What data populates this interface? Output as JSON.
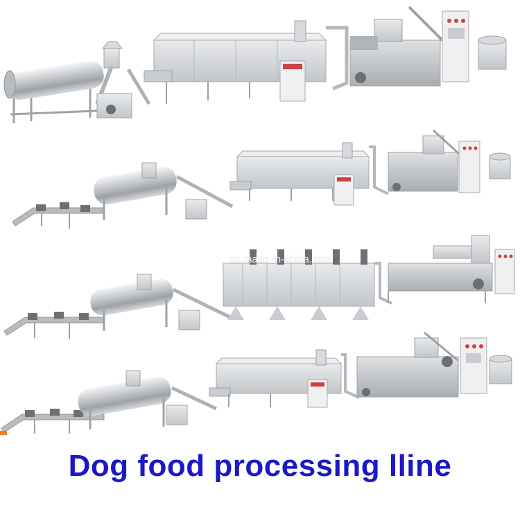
{
  "caption": {
    "text": "Dog food processing lline",
    "color": "#1a18c8"
  },
  "watermark": "en.made-in-china.com",
  "palette": {
    "metal_light": "#e4e6e8",
    "metal_mid": "#c4c7ca",
    "metal_dark": "#8f9397",
    "frame": "#9ea2a6",
    "panel_cabinet": "#eeeeee",
    "motor": "#6c7075",
    "panel_lights": "#d04040",
    "accent_orange": "#f08020"
  },
  "lines": [
    {
      "name": "production-line-1"
    },
    {
      "name": "production-line-2"
    },
    {
      "name": "production-line-3"
    },
    {
      "name": "production-line-4"
    }
  ]
}
